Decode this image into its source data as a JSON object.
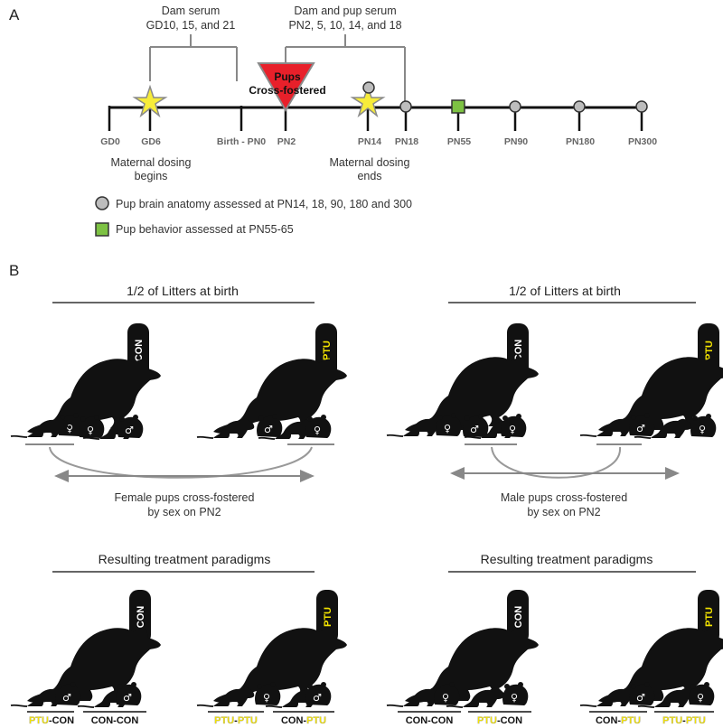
{
  "panel_a": {
    "label": "A",
    "dam_serum": {
      "line1": "Dam serum",
      "line2": "GD10, 15, and 21"
    },
    "dam_pup_serum": {
      "line1": "Dam and pup serum",
      "line2": "PN2, 5, 10, 14, and 18"
    },
    "crossfoster": {
      "line1": "Pups",
      "line2": "Cross-fostered"
    },
    "ticks": [
      "GD0",
      "GD6",
      "Birth - PN0",
      "PN2",
      "PN14",
      "PN18",
      "PN55",
      "PN90",
      "PN180",
      "PN300"
    ],
    "dosing_begins": {
      "line1": "Maternal dosing",
      "line2": "begins"
    },
    "dosing_ends": {
      "line1": "Maternal dosing",
      "line2": "ends"
    },
    "legend": [
      {
        "shape": "circle",
        "color": "#bdbdbd",
        "text": "Pup brain anatomy assessed at PN14, 18, 90, 180 and 300"
      },
      {
        "shape": "square",
        "color": "#7dc243",
        "text": "Pup behavior assessed at PN55-65"
      }
    ]
  },
  "panel_b": {
    "label": "B",
    "left_heading": "1/2 of Litters at birth",
    "right_heading": "1/2 of Litters at birth",
    "bottles": {
      "con": "CON",
      "ptu": "PTU"
    },
    "female_caption": {
      "line1": "Female pups cross-fostered",
      "line2": "by sex on PN2"
    },
    "male_caption": {
      "line1": "Male pups cross-fostered",
      "line2": "by sex on PN2"
    },
    "result_heading_left": "Resulting treatment paradigms",
    "result_heading_right": "Resulting treatment paradigms",
    "combos": [
      {
        "first": "PTU",
        "sep": "-",
        "second": "CON"
      },
      {
        "first": "CON",
        "sep": "-",
        "second": "CON"
      },
      {
        "first": "PTU",
        "sep": "-",
        "second": "PTU"
      },
      {
        "first": "CON",
        "sep": "-",
        "second": "PTU"
      },
      {
        "first": "CON",
        "sep": "-",
        "second": "CON"
      },
      {
        "first": "PTU",
        "sep": "-",
        "second": "CON"
      },
      {
        "first": "CON",
        "sep": "-",
        "second": "PTU"
      },
      {
        "first": "PTU",
        "sep": "-",
        "second": "PTU"
      }
    ],
    "female_symbol": "♀",
    "male_symbol": "♂"
  },
  "colors": {
    "ptu": "#f4e400",
    "con": "#1a1a1a",
    "star": "#f7ec3a",
    "triangle": "#e8202a",
    "green": "#7dc243",
    "gray": "#bdbdbd"
  }
}
